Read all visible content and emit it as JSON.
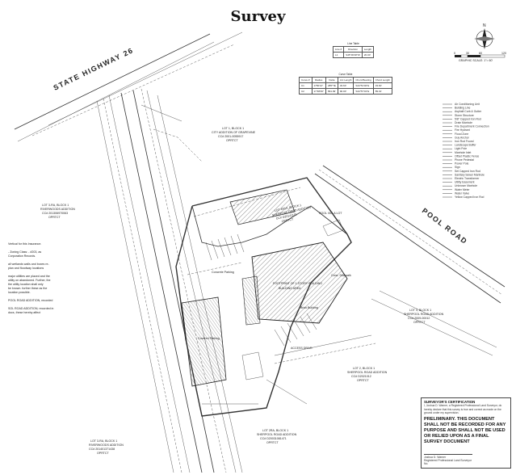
{
  "title": "Survey",
  "roads": {
    "highway": "STATE HIGHWAY 26",
    "pool_road": "POOL ROAD"
  },
  "north_arrow": {
    "letter": "N",
    "scale_numbers": [
      "0",
      "30",
      "60",
      "120"
    ],
    "scale_caption": "GRAPHIC SCALE: 1\"= 60'"
  },
  "line_table": {
    "caption": "Line Table",
    "headers": [
      "Line #",
      "Direction",
      "Length"
    ],
    "rows": [
      [
        "L1",
        "S45°36'48\"W",
        "20.00'"
      ]
    ]
  },
  "curve_table": {
    "caption": "Curve Table",
    "headers": [
      "Curve #",
      "Radius",
      "Delta",
      "Arc Length",
      "Chord Bearing",
      "Chord Length"
    ],
    "rows": [
      [
        "C1",
        "1750'14\"",
        "285°?E",
        "33.60'",
        "S44°51'02\"E",
        "33.60'"
      ],
      [
        "C2",
        "17:58'06\"",
        "891.99'",
        "90.00'",
        "S44°57'01\"E",
        "89.01'"
      ]
    ]
  },
  "legend": [
    "Air Conditioning Unit",
    "Building Line",
    "Asphalt Curb & Gutter",
    "Storm Structure",
    "5/8\" Capped Iron Rod",
    "Drain Manhole",
    "Fire Department Connection",
    "Fire Hydrant",
    "Flood Zone",
    "Guy Anchor",
    "Iron Rod Found",
    "Landscape Buffer",
    "Light Pole",
    "Manhole Inlet",
    "Offset Plastic Fence",
    "Phone Pedestal",
    "Power Pole",
    "Sign",
    "Set Capped Iron Rod",
    "Sanitary Sewer Manhole",
    "Electric Transformer",
    "Utility Easement",
    "Unknown Manhole",
    "Water Meter",
    "Water Valve",
    "Yellow Capped Iron Rod"
  ],
  "lot_labels": {
    "north": [
      "LOT 1, BLOCK 1",
      "CITY ADDITION OF GRAPEVINE",
      "CC# 2001-0055917",
      "OPRTCT"
    ],
    "west": [
      "LOT 3-RA, BLOCK 1",
      "RIVERWOODS ADDITION",
      "CC# 201306970063",
      "OPRTCT"
    ],
    "southwest": [
      "LOT 3-RA, BLOCK 1",
      "RIVERWOODS ADDITION",
      "CC# 201401371438",
      "OPRTCT"
    ],
    "east": [
      "LOT 3, BLOCK 1",
      "SHERPOOL ROAD ADDITION",
      "CC# 2009-00012",
      "OPRTCT"
    ],
    "southeast": [
      "LOT 2, BLOCK 1",
      "SHERPOOL ROAD ADDITION",
      "CC# D2021012",
      "OPRTCT"
    ],
    "south": [
      "LOT 2RA, BLOCK 1",
      "SHERPOOL ROAD ADDITION",
      "CC# D20031081471",
      "OPRTCT"
    ],
    "subject": [
      "LOT 4R1A, BLOCK 1",
      "SHERPOOL ROAD ADDITION",
      "CC# D20141101",
      "OPRTCT"
    ]
  },
  "notes": [
    "Vertical for this Insurance.",
    "",
    "- Zoning Class: - #203, as",
    "Corporation Records.",
    "",
    "all wetlands walls and boxes re-",
    "plan and floodway locations",
    "",
    "major utilities are placed and the",
    "utility on abandoned. Further, the",
    "the utility location shall only",
    "be known. further these as the",
    "location possible.",
    "",
    "POOL ROAD ADDITION, recorded",
    "",
    "SOL ROAD ADDITION, recorded in",
    "docs, these hereby affect"
  ],
  "certification": {
    "heading": "SURVEYOR'S CERTIFICATION",
    "body": "I, Joshua D. Warner, a Registered Professional Land Surveyor, do hereby declare that this survey is true and correct as made on the ground under my supervision.",
    "warning": "PRELIMINARY. THIS DOCUMENT SHALL NOT BE RECORDED FOR ANY PURPOSE AND SHALL NOT BE USED OR RELIED UPON AS A FINAL SURVEY DOCUMENT",
    "signature": "Joshua D. Warner",
    "signature_sub": "Registered Professional Land Surveyor No."
  },
  "interior_labels": {
    "building": "FOOTPRINT OF 1-STORY BUILDING",
    "building2": "BUILDING AREA",
    "covered": "Covered Parking",
    "concrete": "Concrete Parking",
    "sidewalk": "Conc. Sidewalk",
    "brick": "Brick Building",
    "area": "POOL VILLA LOT",
    "drive": "ACCESS DRIVE"
  }
}
